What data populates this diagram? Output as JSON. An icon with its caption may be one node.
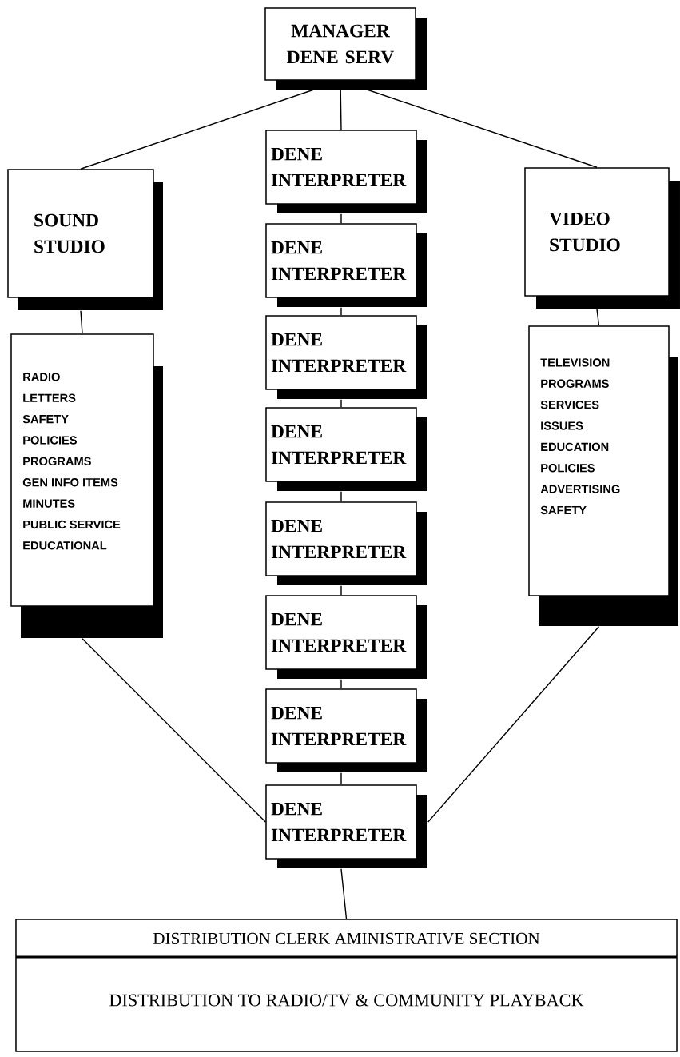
{
  "diagram": {
    "nodes": [
      {
        "text": [
          "MANAGER DENE SERV"
        ]
      },
      {
        "text": [
          "SOUND STUDIO"
        ]
      },
      {
        "text": [
          "VIDEO STUDIO"
        ]
      },
      {
        "text": [
          "DENE INTERPRETER"
        ]
      },
      {
        "text": [
          "DENE INTERPRETER"
        ]
      },
      {
        "text": [
          "DENE INTERPRETER"
        ]
      },
      {
        "text": [
          "DENE INTERPRETER"
        ]
      },
      {
        "text": [
          "DENE INTERPRETER"
        ]
      },
      {
        "text": [
          "DENE INTERPRETER"
        ]
      },
      {
        "text": [
          "DENE INTERPRETER"
        ]
      },
      {
        "text": [
          "DENE INTERPRETER"
        ]
      },
      {
        "text": [
          "RADIO",
          "LETTERS",
          "SAFETY",
          "POLICIES",
          "PROGRAMS",
          "GEN INFO ITEMS",
          "MINUTES",
          "PUBLIC SERVICE",
          "EDUCATIONAL"
        ]
      },
      {
        "text": [
          "TELEVISION",
          "PROGRAMS",
          "SERVICES",
          "ISSUES",
          "EDUCATION",
          "POLICIES",
          "ADVERTISING",
          "SAFETY"
        ]
      },
      {
        "text": [
          "DISTRIBUTION CLERK  AMINISTRATIVE SECTION",
          "DISTRIBUTION TO RADIO/TV & COMMUNITY PLAYBACK"
        ]
      }
    ],
    "edges": [
      {
        "from": 0,
        "to": 1,
        "arrow": "none"
      },
      {
        "from": 0,
        "to": 3,
        "arrow": "none"
      },
      {
        "from": 0,
        "to": 2,
        "arrow": "none"
      },
      {
        "from": 3,
        "to": 4,
        "arrow": "none"
      },
      {
        "from": 4,
        "to": 5,
        "arrow": "none"
      },
      {
        "from": 5,
        "to": 6,
        "arrow": "none"
      },
      {
        "from": 6,
        "to": 7,
        "arrow": "none"
      },
      {
        "from": 7,
        "to": 8,
        "arrow": "none"
      },
      {
        "from": 8,
        "to": 9,
        "arrow": "none"
      },
      {
        "from": 9,
        "to": 10,
        "arrow": "none"
      },
      {
        "from": 1,
        "to": 11,
        "arrow": "none"
      },
      {
        "from": 2,
        "to": 12,
        "arrow": "none"
      },
      {
        "from": 11,
        "to": 10,
        "arrow": "none"
      },
      {
        "from": 12,
        "to": 10,
        "arrow": "none"
      },
      {
        "from": 10,
        "to": 13,
        "arrow": "none"
      }
    ]
  }
}
